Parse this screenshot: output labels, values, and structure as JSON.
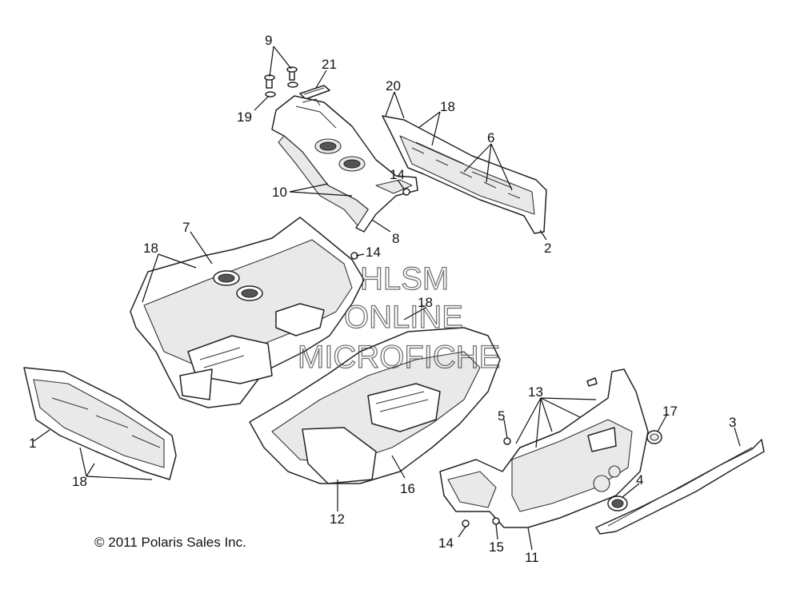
{
  "diagram": {
    "callouts": {
      "c1": "1",
      "c2": "2",
      "c3": "3",
      "c4": "4",
      "c5": "5",
      "c6": "6",
      "c7": "7",
      "c8": "8",
      "c9": "9",
      "c10": "10",
      "c11": "11",
      "c12": "12",
      "c13": "13",
      "c14a": "14",
      "c14b": "14",
      "c14c": "14",
      "c15": "15",
      "c16": "16",
      "c17": "17",
      "c18a": "18",
      "c18b": "18",
      "c18c": "18",
      "c18d": "18",
      "c19": "19",
      "c20": "20",
      "c21": "21"
    },
    "copyright": "© 2011 Polaris Sales Inc.",
    "watermark": {
      "line1": "HLSM",
      "line2": "ONLINE",
      "line3": "MICROFICHE"
    }
  }
}
